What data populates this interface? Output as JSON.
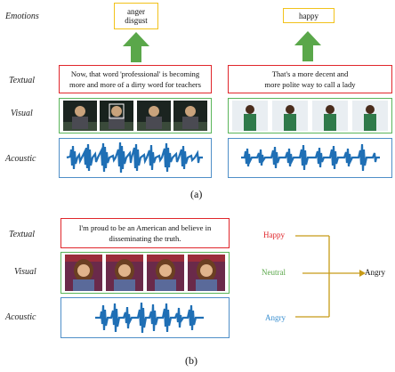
{
  "labels": {
    "emotions": "Emotions",
    "textual_a": "Textual",
    "visual_a": "Visual",
    "acoustic_a": "Acoustic",
    "textual_b": "Textual",
    "visual_b": "Visual",
    "acoustic_b": "Acoustic"
  },
  "panel_a": {
    "caption": "(a)",
    "left": {
      "emotion_line1": "anger",
      "emotion_line2": "disgust",
      "text_line1": "Now, that word 'professional' is becoming",
      "text_line2": "more and more of a dirty word for teachers"
    },
    "right": {
      "emotion": "happy",
      "text_line1": "That's a more decent and",
      "text_line2": "more polite way to call a lady"
    }
  },
  "panel_b": {
    "caption": "(b)",
    "text_line1": "I'm proud to be an American and believe in",
    "text_line2": "disseminating the truth.",
    "predictions": {
      "textual": "Happy",
      "visual": "Neutral",
      "acoustic": "Angry",
      "final": "Angry"
    }
  },
  "colors": {
    "emotion_border": "#f2c21b",
    "text_border": "#e0262b",
    "visual_border": "#5ab55a",
    "acoustic_border": "#4f8fc8",
    "arrow_green": "#5aa74a",
    "merge_line": "#c79a17",
    "waveform": "#1f6fb5",
    "happy": "#e0262b",
    "neutral": "#5aa74a",
    "angry": "#3a8fd0"
  }
}
